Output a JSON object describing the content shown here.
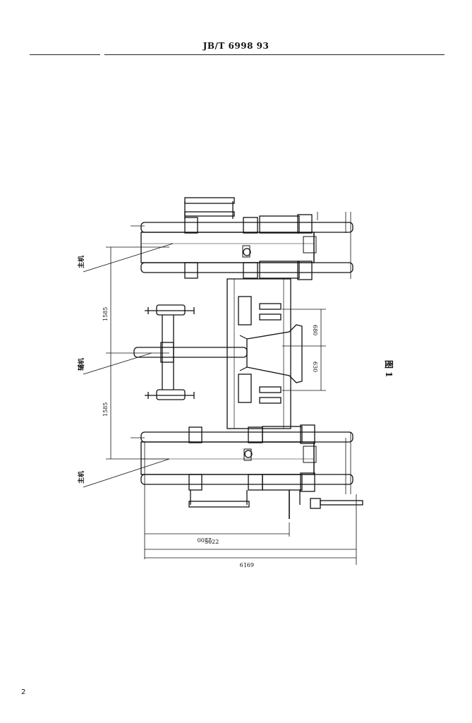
{
  "header": {
    "standard_number": "JB/T 6998  93"
  },
  "figure": {
    "caption": "图 1",
    "labels": {
      "main_machine_top": "主机",
      "auxiliary_machine": "辅机",
      "main_machine_bottom": "主机"
    },
    "dimensions": {
      "upper_span": "1585",
      "lower_span": "1585",
      "right_upper": "680",
      "right_lower": "630",
      "bottom_inner": "3022",
      "bottom_mid": "2200",
      "bottom_total": "6919"
    }
  },
  "footer": {
    "page_number": "2"
  }
}
